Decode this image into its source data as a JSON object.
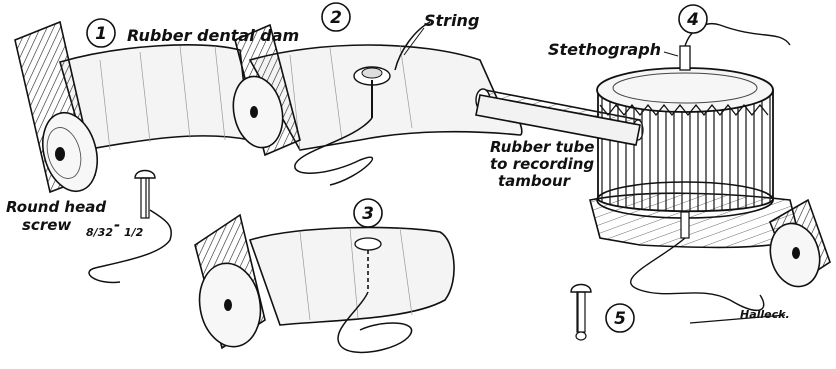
{
  "steps": [
    "1",
    "2",
    "3",
    "4",
    "5"
  ],
  "labels": {
    "rubber_dental_dam": "Rubber dental dam",
    "string": "String",
    "stethograph": "Stethograph",
    "rubber_tube_line1": "Rubber tube",
    "rubber_tube_line2": "to recording",
    "rubber_tube_line3": "tambour",
    "round_head_line1": "Round head",
    "round_head_line2": "screw",
    "screw_size_a": "8/32",
    "screw_size_b": "1/2"
  },
  "signature": "Halleck."
}
